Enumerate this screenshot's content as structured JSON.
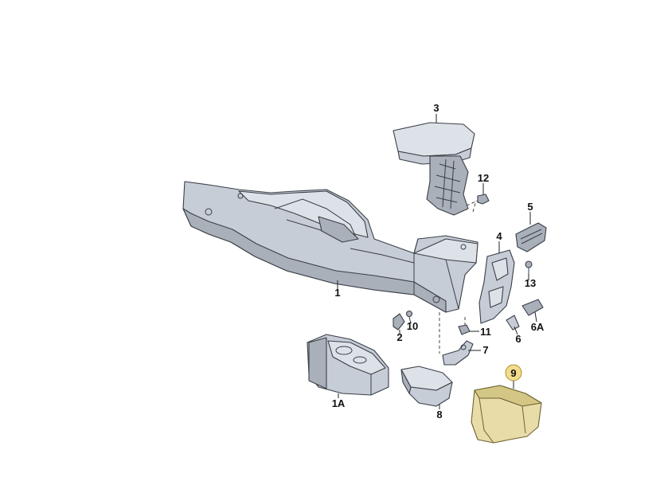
{
  "labels": {
    "p1": "1",
    "p1a": "1A",
    "p2": "2",
    "p3": "3",
    "p4": "4",
    "p5": "5",
    "p6": "6",
    "p6a": "6A",
    "p7": "7",
    "p8": "8",
    "p9": "9",
    "p10": "10",
    "p11": "11",
    "p12": "12",
    "p13": "13"
  },
  "highlight_color": "#f2dc8e"
}
